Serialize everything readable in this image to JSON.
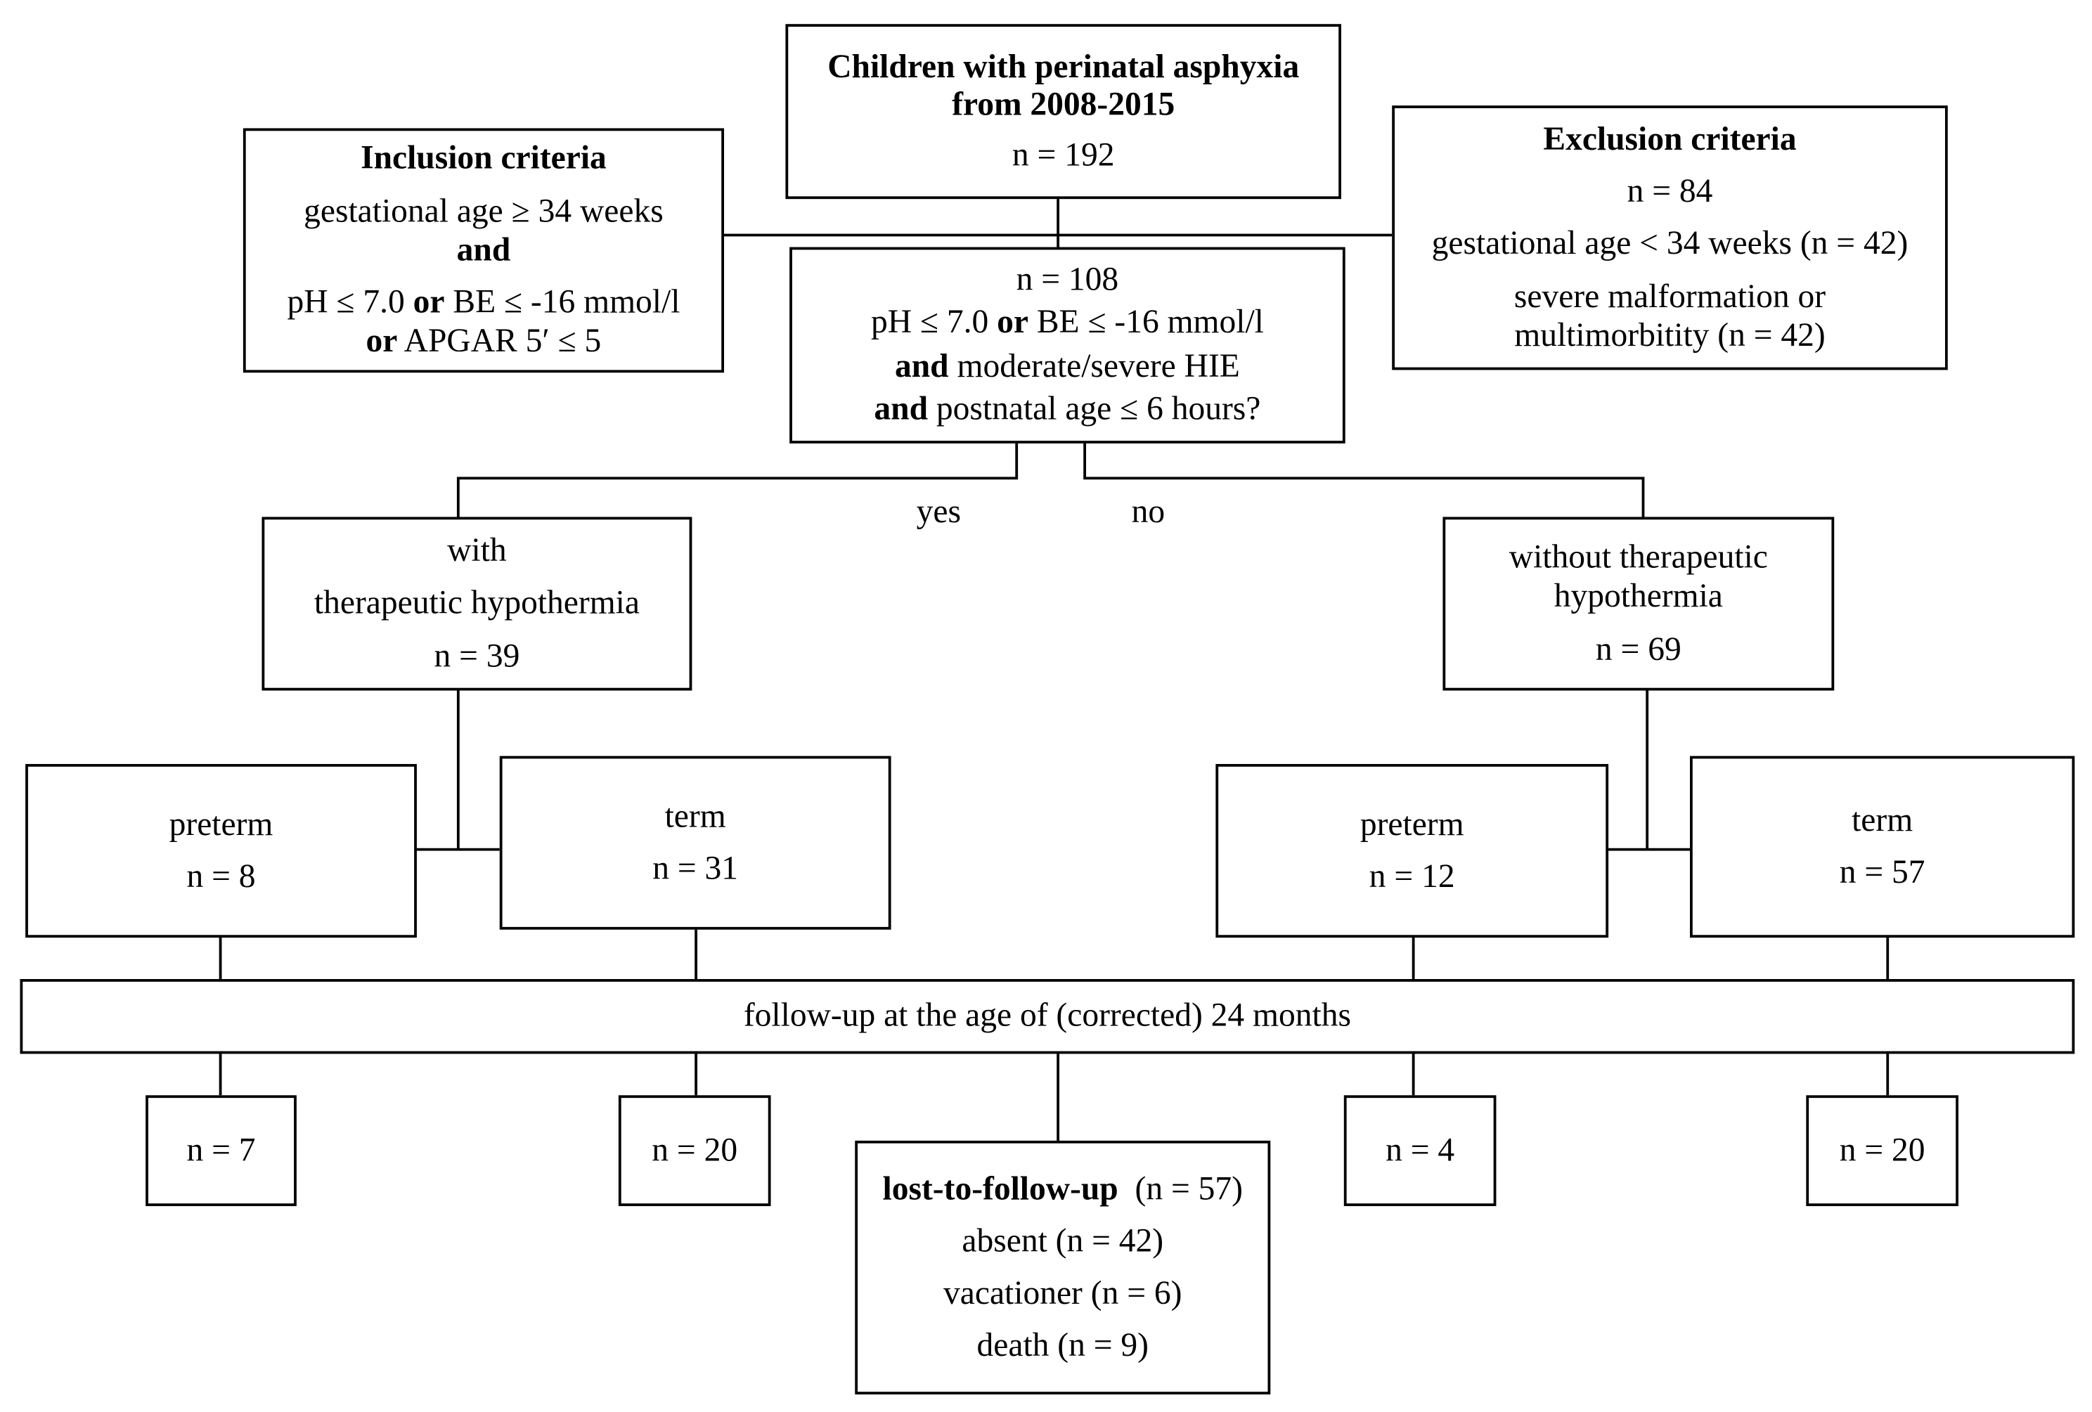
{
  "boxes": {
    "top": {
      "title_line1": "Children with perinatal asphyxia",
      "title_line2": "from 2008-2015",
      "n": "n = 192"
    },
    "inclusion": {
      "title": "Inclusion criteria",
      "line1": "gestational age ≥ 34 weeks",
      "and1": "and",
      "line2_a": "pH ≤ 7.0 ",
      "line2_or": "or",
      "line2_b": " BE ≤  -16 mmol/l",
      "line3_or": "or",
      "line3_b": " APGAR 5′ ≤ 5"
    },
    "exclusion": {
      "title": "Exclusion criteria",
      "n": "n = 84",
      "line1": "gestational age < 34 weeks (n = 42)",
      "line2": "severe malformation or",
      "line3": "multimorbitity (n = 42)"
    },
    "decision": {
      "n": "n = 108",
      "line1_a": "pH ≤ 7.0 ",
      "line1_or": "or",
      "line1_b": " BE ≤ -16 mmol/l",
      "line2_and": "and",
      "line2_b": " moderate/severe HIE",
      "line3_and": "and",
      "line3_b": " postnatal age ≤ 6 hours?"
    },
    "with_th": {
      "line1": "with",
      "line2": "therapeutic hypothermia",
      "n": "n = 39"
    },
    "without_th": {
      "line1": "without  therapeutic",
      "line2": "hypothermia",
      "n": "n = 69"
    },
    "preterm_left": {
      "label": "preterm",
      "n": "n = 8"
    },
    "term_left": {
      "label": "term",
      "n": "n = 31"
    },
    "preterm_right": {
      "label": "preterm",
      "n": "n = 12"
    },
    "term_right": {
      "label": "term",
      "n": "n = 57"
    },
    "followup": {
      "label": "follow-up at the age of (corrected) 24 months"
    },
    "out1": {
      "n": "n = 7"
    },
    "out2": {
      "n": "n = 20"
    },
    "out3": {
      "n": "n = 4"
    },
    "out4": {
      "n": "n = 20"
    },
    "lost": {
      "title": "lost-to-follow-up",
      "title_n": "(n = 57)",
      "line1": "absent (n = 42)",
      "line2": "vacationer (n = 6)",
      "line3": "death (n = 9)"
    }
  },
  "branch_labels": {
    "yes": "yes",
    "no": "no"
  }
}
